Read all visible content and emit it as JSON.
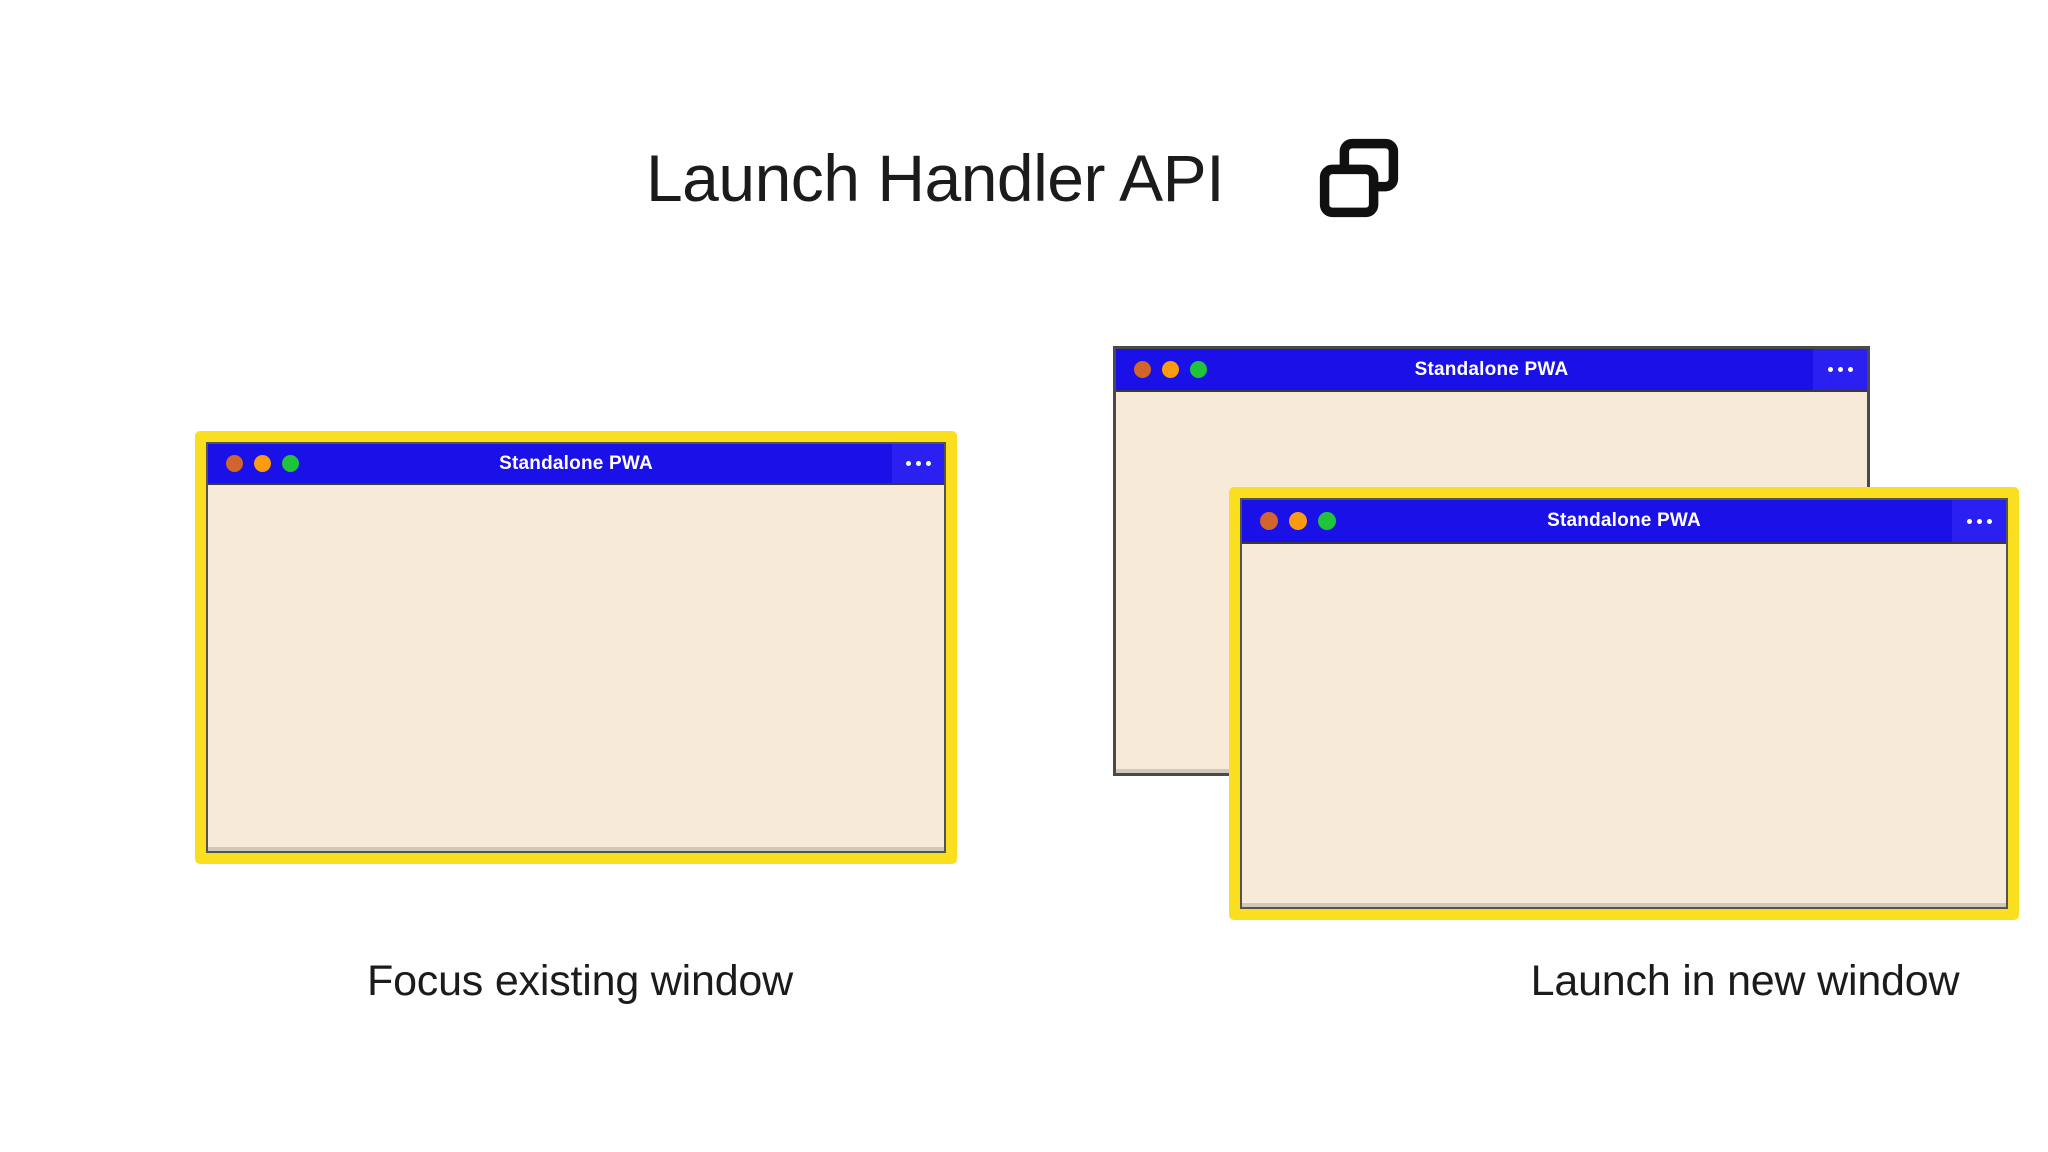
{
  "header": {
    "title": "Launch Handler API",
    "icon": "multi-window-icon"
  },
  "windows": {
    "left": {
      "title": "Standalone PWA",
      "menu_icon": "overflow-menu-icon",
      "highlighted": true,
      "traffic_lights": [
        "close",
        "minimize",
        "maximize"
      ]
    },
    "right_back": {
      "title": "Standalone PWA",
      "menu_icon": "overflow-menu-icon",
      "highlighted": false,
      "traffic_lights": [
        "close",
        "minimize",
        "maximize"
      ]
    },
    "right_front": {
      "title": "Standalone PWA",
      "menu_icon": "overflow-menu-icon",
      "highlighted": true,
      "traffic_lights": [
        "close",
        "minimize",
        "maximize"
      ]
    }
  },
  "captions": {
    "left": "Focus existing window",
    "right": "Launch in new window"
  },
  "colors": {
    "titlebar_blue": "#1A10E8",
    "menu_blue": "#2A20F2",
    "window_body": "#F7EAD9",
    "highlight_yellow": "#FADE20",
    "traffic_red": "#D2642D",
    "traffic_amber": "#FA9B12",
    "traffic_green": "#1FC43B",
    "text_dark": "#1B1B1B",
    "background": "#FFFFFF"
  }
}
